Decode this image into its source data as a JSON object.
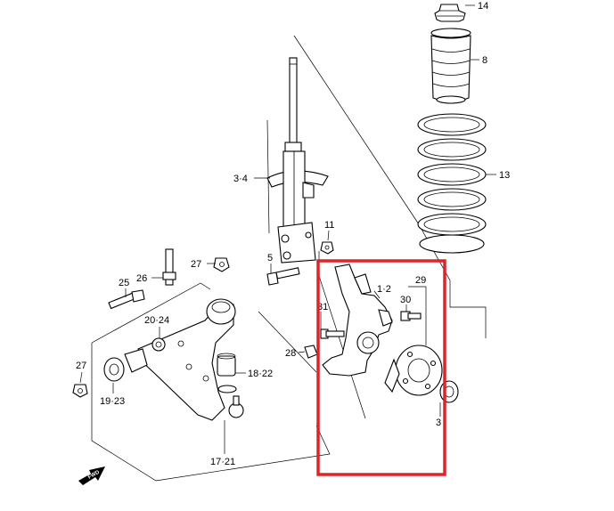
{
  "diagram": {
    "callouts": {
      "p14": "14",
      "p8": "8",
      "p13": "13",
      "p3_4": "3·4",
      "p11": "11",
      "p5": "5",
      "p27_top": "27",
      "p26": "26",
      "p25": "25",
      "p20_24": "20·24",
      "p1_2": "1·2",
      "p29": "29",
      "p30": "30",
      "p31": "31",
      "p28": "28",
      "p18_22": "18·22",
      "p27_left": "27",
      "p19_23": "19·23",
      "p17_21": "17·21",
      "p3_hub": "3"
    },
    "fwd_label": "FWD",
    "highlight_color": "#d9252b"
  }
}
